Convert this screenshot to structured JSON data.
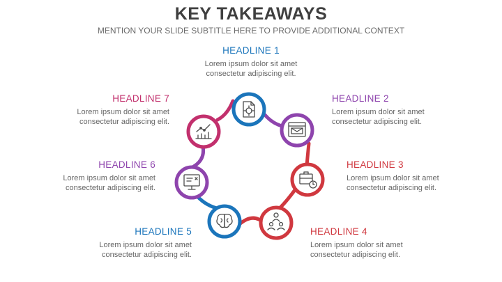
{
  "title": "KEY TAKEAWAYS",
  "subtitle": "MENTION YOUR SLIDE SUBTITLE HERE TO PROVIDE ADDITIONAL CONTEXT",
  "colors": {
    "blue": "#1b75bb",
    "purple": "#8e44ad",
    "red": "#d0383f",
    "magenta": "#c2306d"
  },
  "items": [
    {
      "headline": "HEADLINE 1",
      "line1": "Lorem ipsum dolor sit amet",
      "line2": "consectetur adipiscing elit.",
      "color": "#1b75bb",
      "icon": "document-target-icon"
    },
    {
      "headline": "HEADLINE 2",
      "line1": "Lorem ipsum dolor sit amet",
      "line2": "consectetur adipiscing elit.",
      "color": "#8e44ad",
      "icon": "email-window-icon"
    },
    {
      "headline": "HEADLINE 3",
      "line1": "Lorem ipsum dolor sit amet",
      "line2": "consectetur adipiscing elit.",
      "color": "#d0383f",
      "icon": "briefcase-clock-icon"
    },
    {
      "headline": "HEADLINE 4",
      "line1": "Lorem ipsum dolor sit amet",
      "line2": "consectetur adipiscing elit.",
      "color": "#d0383f",
      "icon": "team-hierarchy-icon"
    },
    {
      "headline": "HEADLINE 5",
      "line1": "Lorem ipsum dolor sit amet",
      "line2": "consectetur adipiscing elit.",
      "color": "#1b75bb",
      "icon": "brain-icon"
    },
    {
      "headline": "HEADLINE 6",
      "line1": "Lorem ipsum dolor sit amet",
      "line2": "consectetur adipiscing elit.",
      "color": "#8e44ad",
      "icon": "presentation-board-icon"
    },
    {
      "headline": "HEADLINE 7",
      "line1": "Lorem ipsum dolor sit amet",
      "line2": "consectetur adipiscing elit.",
      "color": "#c2306d",
      "icon": "line-chart-icon"
    }
  ]
}
